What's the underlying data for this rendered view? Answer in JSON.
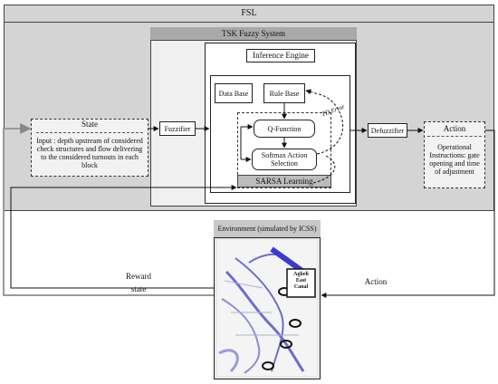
{
  "fsl": {
    "title": "FSL"
  },
  "tsk": {
    "title": "TSK Fuzzy System"
  },
  "inference": {
    "title": "Inference Engine"
  },
  "data_base": "Data Base",
  "rule_base": "Rule Base",
  "q_function": "Q-Function",
  "softmax": {
    "line1": "Softmax Action",
    "line2": "Selection"
  },
  "sarsa": "SARSA Learning",
  "td_error": "TD Error",
  "fuzzifier": "Fuzzifier",
  "defuzzifier": "Defuzzifier",
  "state": {
    "title": "State",
    "lines": [
      "Input : depth upstream of considered",
      "check structures and flow delivering",
      "to the considered turnouts in each",
      "block"
    ]
  },
  "action": {
    "title": "Action",
    "lines": [
      "Operational",
      "Instructions: gate",
      "opening and time",
      "of adjustment"
    ]
  },
  "environment": {
    "title": "Environment (simulated by ICSS)",
    "canal_line1": "Agheli",
    "canal_line2": "East",
    "canal_line3": "Canal"
  },
  "labels": {
    "reward": "Reward",
    "state": "state",
    "action": "Action"
  },
  "colors": {
    "outer_bg": "#d4d4d4",
    "tsk_bg": "#f0f0f0",
    "tsk_title_bg": "#a9a9a9",
    "sarsa_bg": "#bcbcbc",
    "map_blue": "#6e6ec8"
  }
}
